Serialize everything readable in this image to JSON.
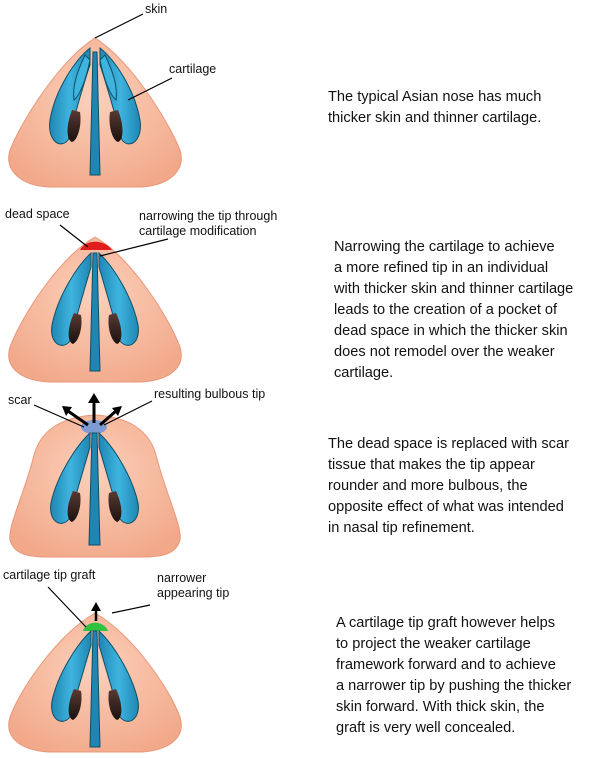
{
  "colors": {
    "skin": "#f6b598",
    "skin_edge": "#e48f72",
    "cartilage": "#2b9cc8",
    "cartilage_edge": "#0f4f66",
    "nostril": "#2a1d1a",
    "dead_space": "#e01e1e",
    "scar": "#7f9bd3",
    "graft": "#2fc23e"
  },
  "panels": [
    {
      "labels": {
        "skin": "skin",
        "cartilage": "cartilage"
      },
      "description": "The typical Asian nose has much\nthicker skin and thinner cartilage."
    },
    {
      "labels": {
        "dead_space": "dead space",
        "narrowing": "narrowing the tip through\ncartilage modification"
      },
      "description": "Narrowing the cartilage to achieve\na more refined tip in an individual\nwith thicker skin and thinner cartilage\nleads to the creation of a pocket of\ndead space in which the thicker skin\ndoes not remodel over the weaker\ncartilage."
    },
    {
      "labels": {
        "scar": "scar",
        "bulbous": "resulting bulbous tip"
      },
      "description": "The dead space is replaced with scar\ntissue that makes the tip appear\nrounder and more bulbous, the\nopposite effect of what was intended\nin nasal tip refinement."
    },
    {
      "labels": {
        "graft": "cartilage tip graft",
        "narrower": "narrower\nappearing tip"
      },
      "description": "A cartilage tip graft however helps\nto project the weaker cartilage\nframework forward and to achieve\na narrower tip by pushing the thicker\nskin forward. With thick skin, the\ngraft is very well concealed."
    }
  ]
}
